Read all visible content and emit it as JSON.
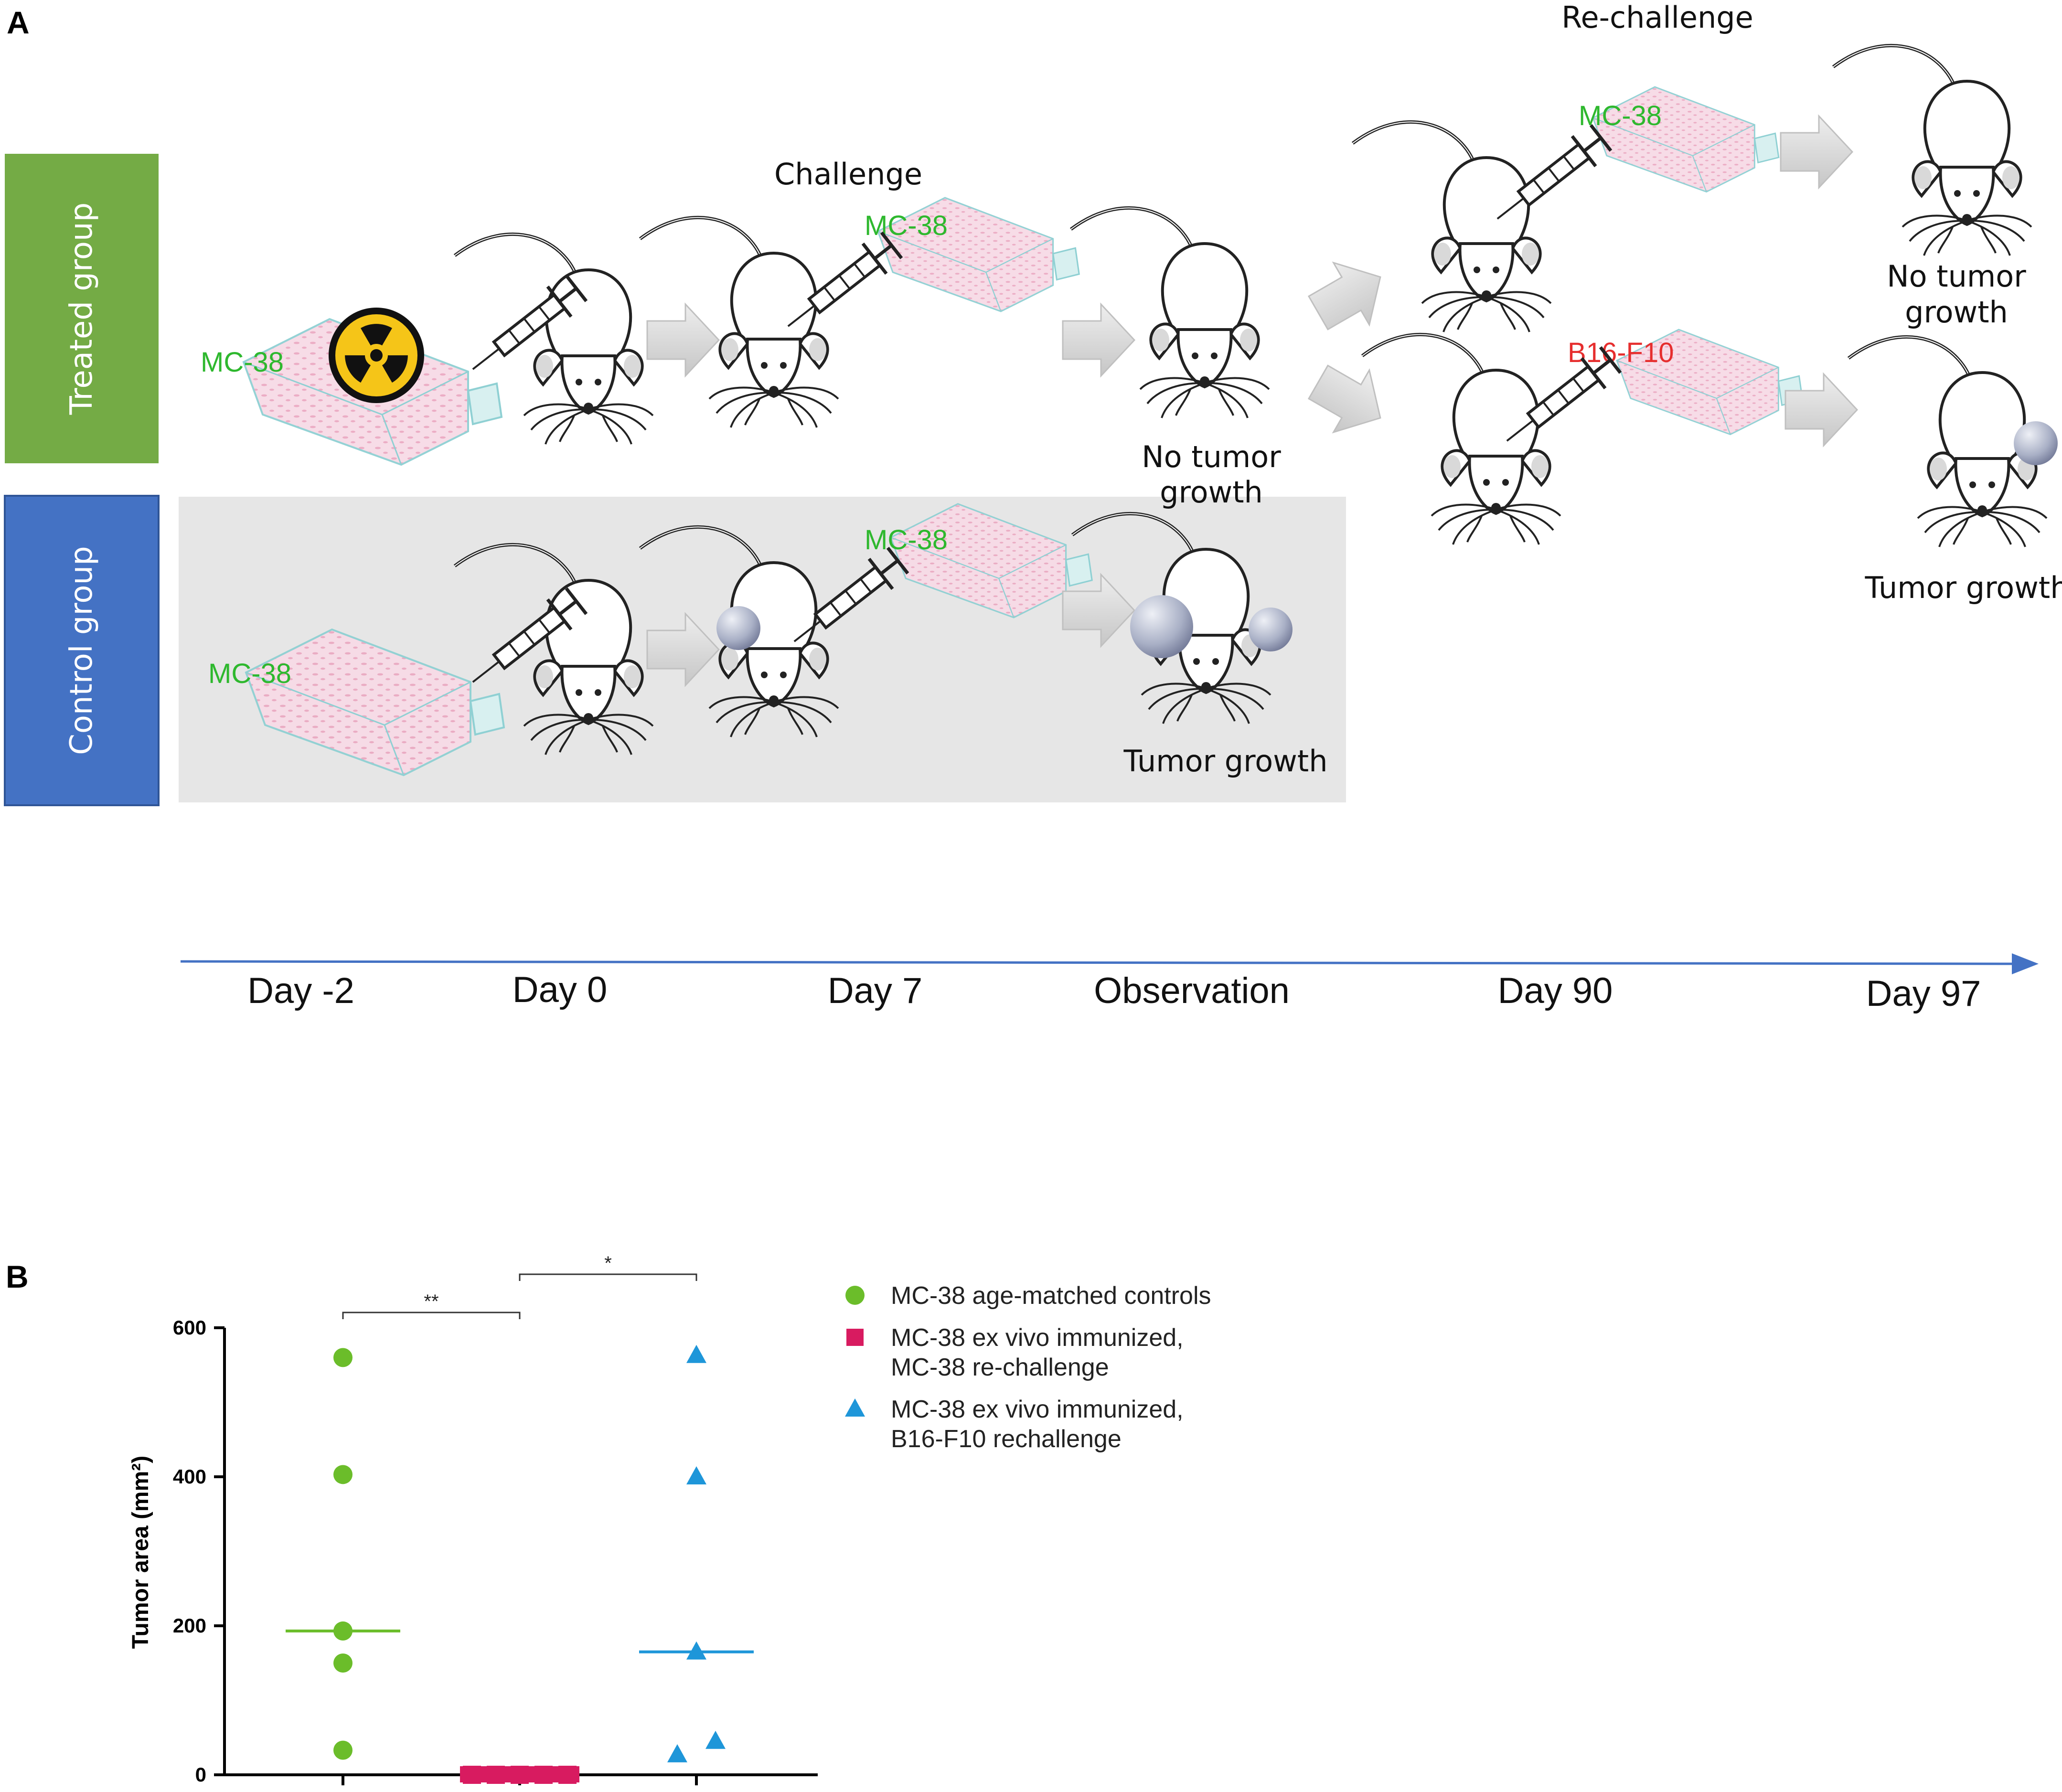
{
  "panel_a": {
    "label": "A",
    "groups": {
      "treated": "Treated group",
      "control": "Control group"
    },
    "titles": {
      "challenge": "Challenge",
      "rechallenge": "Re-challenge"
    },
    "cell_lines": {
      "mc38": "MC-38",
      "b16": "B16-F10"
    },
    "outcomes": {
      "no_tumor_line1": "No tumor",
      "no_tumor_line2": "growth",
      "tumor_growth": "Tumor growth"
    },
    "timeline": [
      "Day -2",
      "Day 0",
      "Day 7",
      "Observation",
      "Day 90",
      "Day 97"
    ],
    "colors": {
      "treated": "#74ab45",
      "control": "#4472c4",
      "control_bg": "#e6e6e6",
      "mc38_text": "#2eb82e",
      "b16_text": "#e62e2e",
      "timeline": "#4472c4"
    }
  },
  "panel_b": {
    "label": "B",
    "legend": [
      {
        "lines": [
          "MC-38 age-matched controls"
        ],
        "marker": "circle",
        "color": "#6bbd2a"
      },
      {
        "lines": [
          "MC-38 ex vivo immunized,",
          "MC-38 re-challenge"
        ],
        "marker": "square",
        "color": "#d81b60"
      },
      {
        "lines": [
          "MC-38 ex vivo immunized,",
          "B16-F10 rechallenge"
        ],
        "marker": "triangle",
        "color": "#1e96d9"
      }
    ],
    "significance": [
      {
        "from": 0,
        "to": 1,
        "label": "**"
      },
      {
        "from": 1,
        "to": 2,
        "label": "*"
      }
    ]
  },
  "chart_data": {
    "type": "scatter",
    "title": "",
    "xlabel": "",
    "ylabel": "Tumor area (mm²)",
    "ylim": [
      0,
      600
    ],
    "yticks": [
      "0",
      "200",
      "400",
      "600"
    ],
    "series": [
      {
        "name": "MC-38 age-matched controls",
        "values": [
          560,
          403,
          193,
          150,
          33
        ],
        "median": 193
      },
      {
        "name": "MC-38 ex vivo immunized, MC-38 re-challenge",
        "values": [
          0,
          0,
          0,
          0,
          0
        ],
        "median": 0
      },
      {
        "name": "MC-38 ex vivo immunized, B16-F10 rechallenge",
        "values": [
          563,
          400,
          165,
          45,
          27
        ],
        "median": 165
      }
    ]
  }
}
